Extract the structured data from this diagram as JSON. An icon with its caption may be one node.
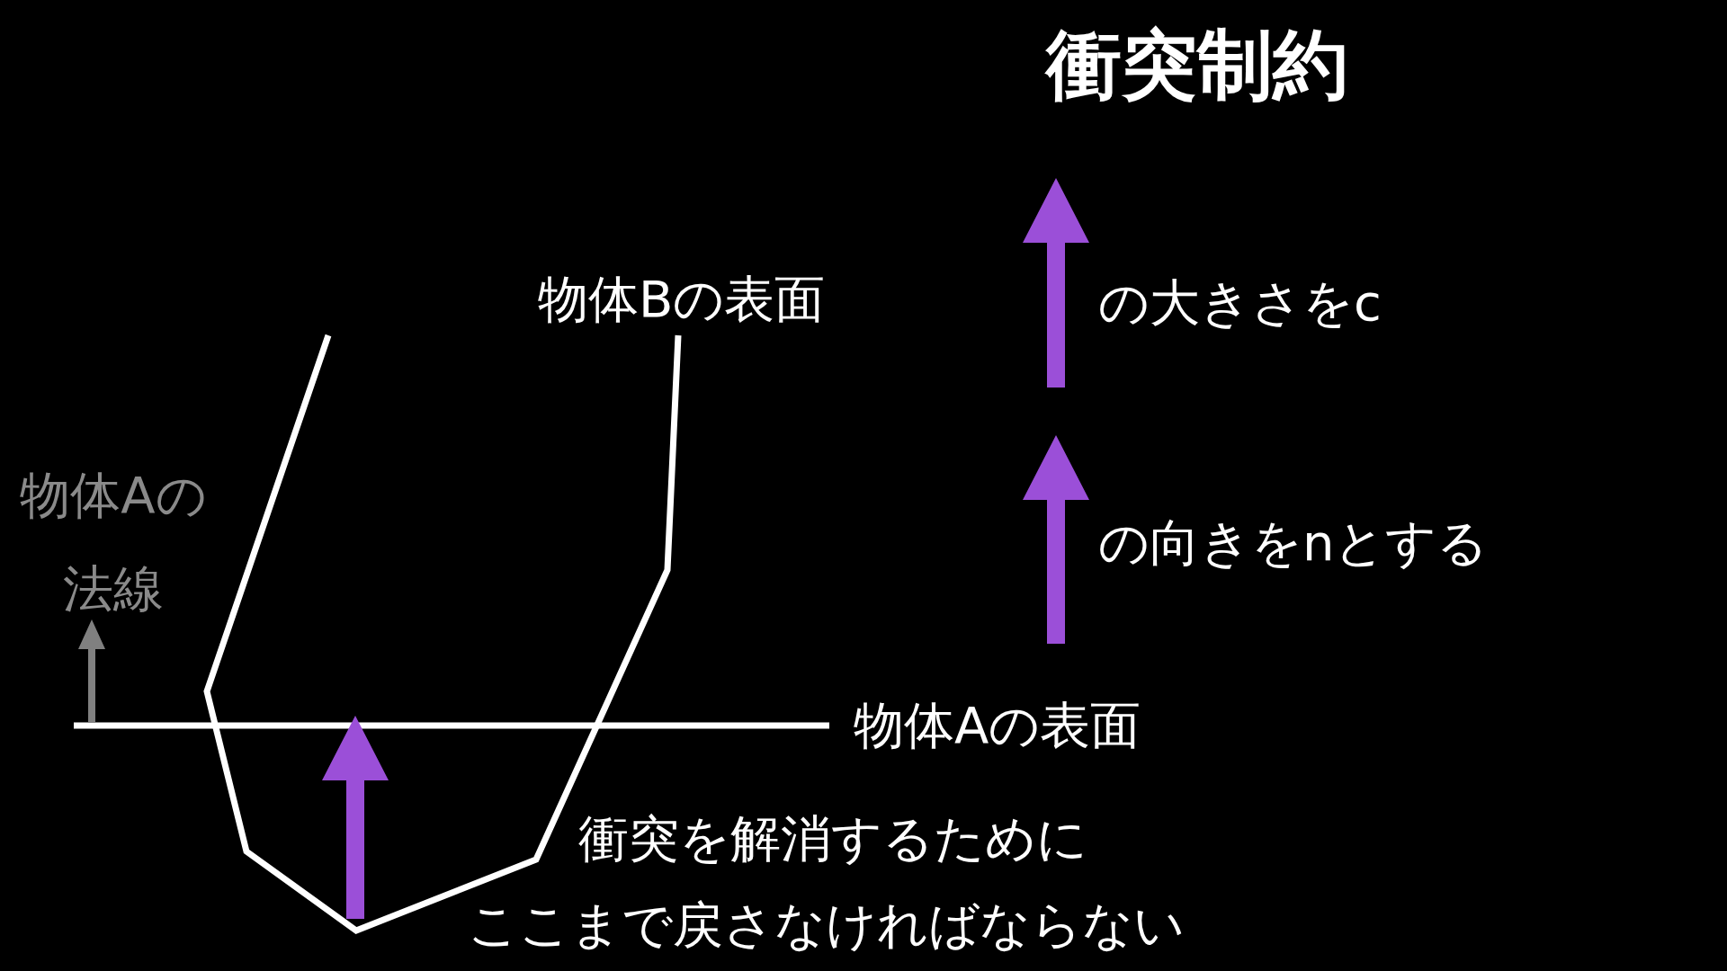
{
  "diagram": {
    "title": "衝突制約",
    "labels": [
      "物体Bの表面",
      "の大きさをc",
      "物体Aの法線",
      "の向きをnとする",
      "物体Aの表面",
      "衝突を解消するために",
      "ここまで戻さなければならない"
    ]
  }
}
